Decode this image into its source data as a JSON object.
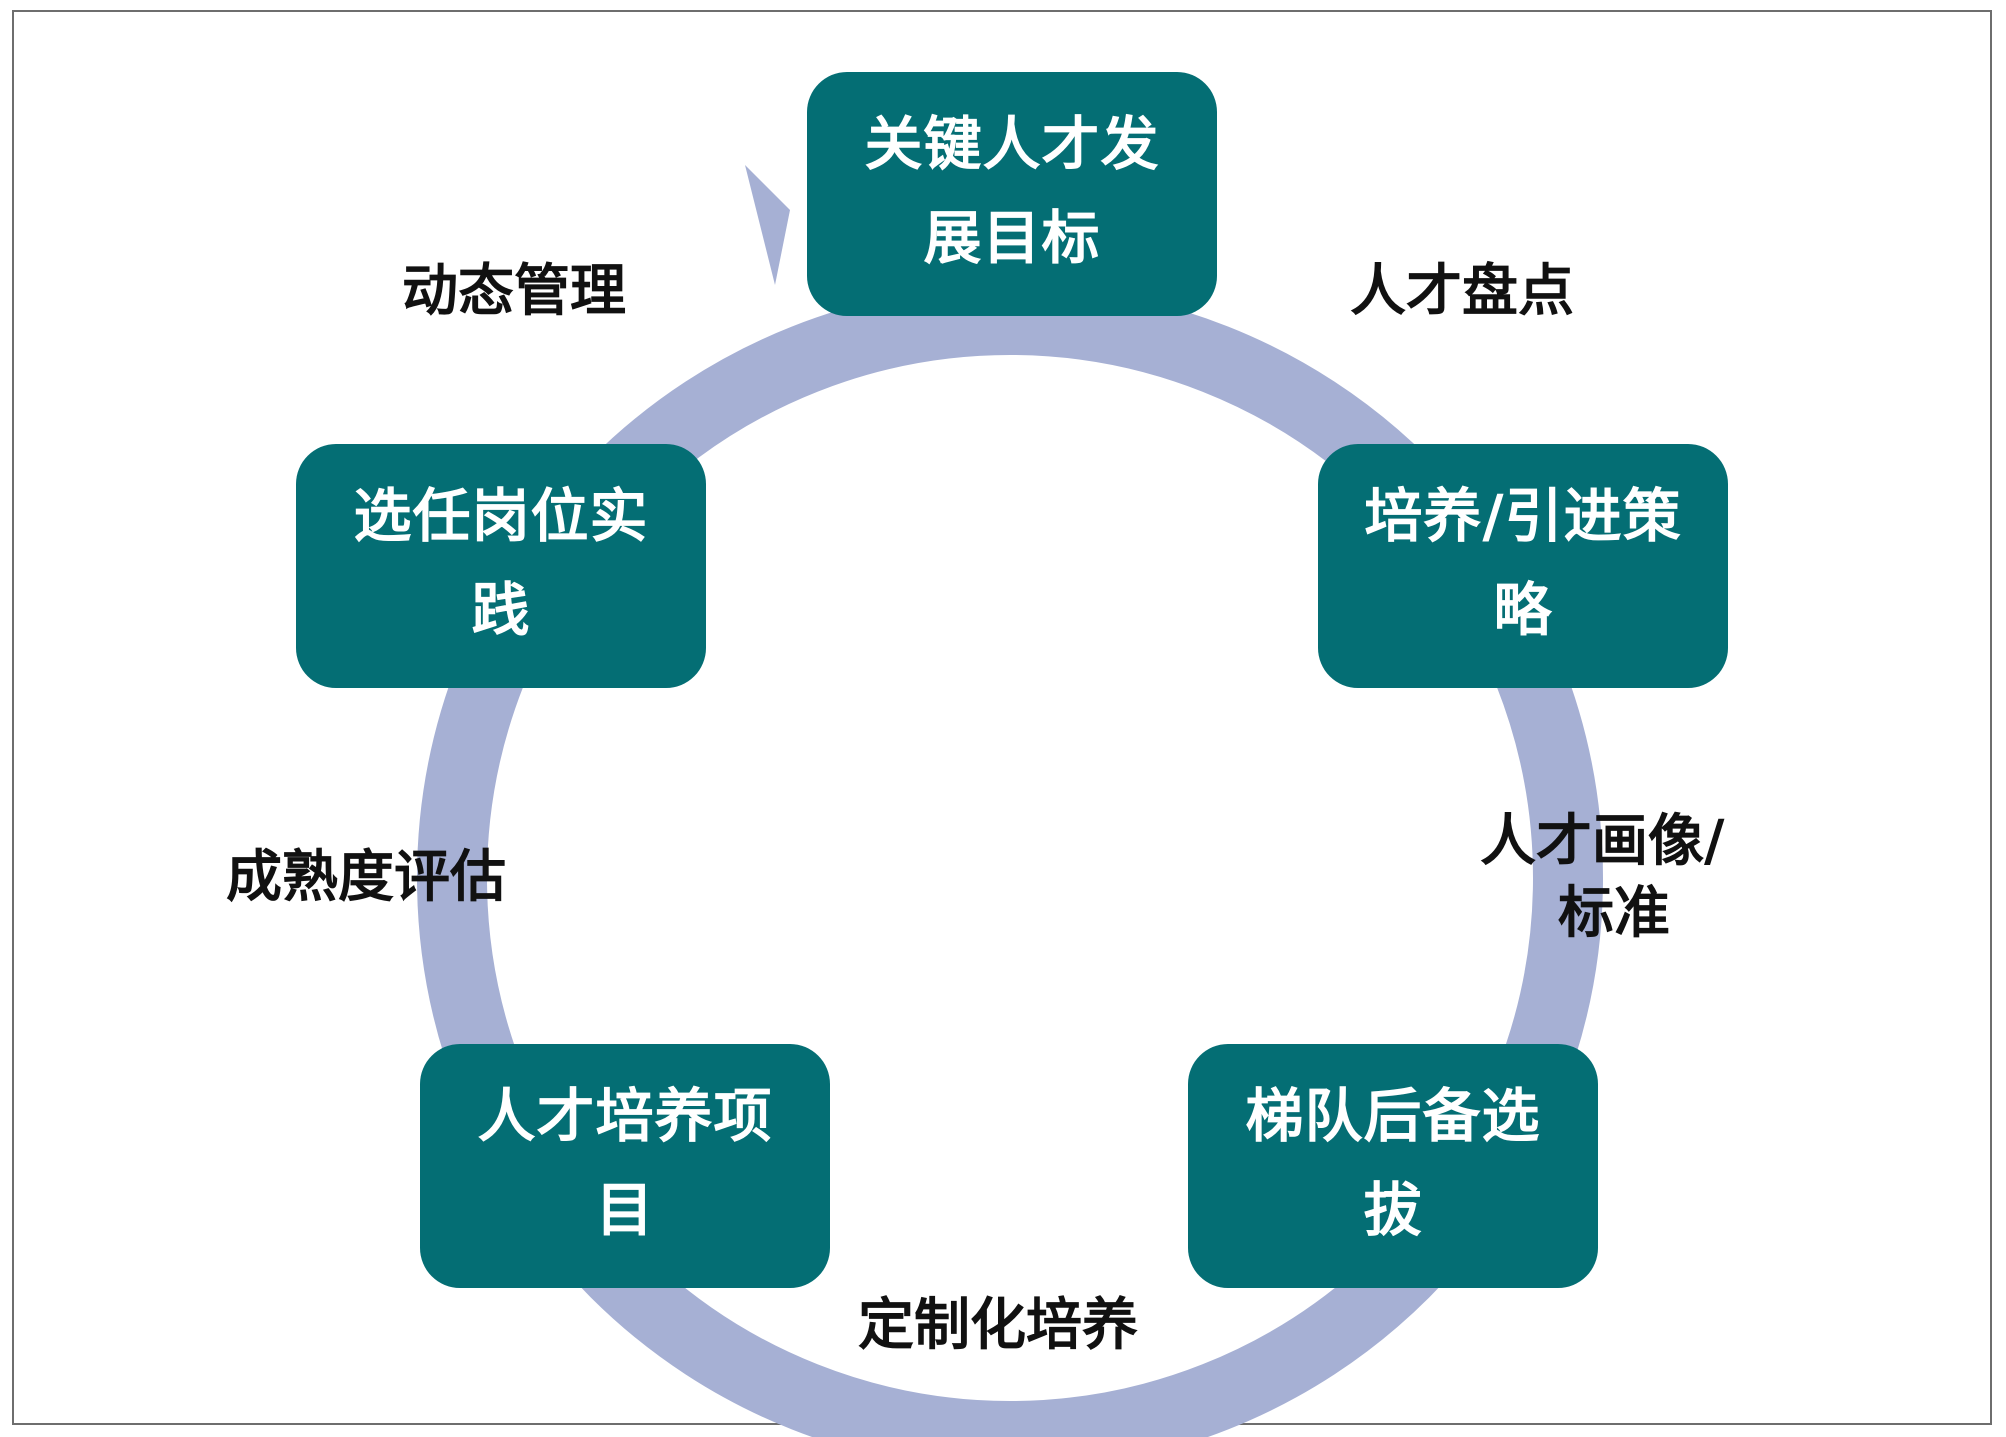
{
  "diagram": {
    "colors": {
      "node_fill": "#046e74",
      "node_text": "#ffffff",
      "ring": "#a6b0d4",
      "label_text": "#111111",
      "border": "#6e6e6e"
    },
    "nodes": {
      "goal": {
        "line1": "关键人才发",
        "line2": "展目标"
      },
      "strategy": {
        "line1": "培养/引进策",
        "line2": "略"
      },
      "succession": {
        "line1": "梯队后备选",
        "line2": "拔"
      },
      "program": {
        "line1": "人才培养项",
        "line2": "目"
      },
      "practice": {
        "line1": "选任岗位实",
        "line2": "践"
      }
    },
    "edges": {
      "inventory": "人才盘点",
      "profile": {
        "line1": "人才画像/",
        "line2": "标准"
      },
      "custom_training": "定制化培养",
      "maturity": "成熟度评估",
      "dynamic": "动态管理"
    },
    "icons": {
      "ring_arrow": "circular-arrow-icon"
    }
  }
}
